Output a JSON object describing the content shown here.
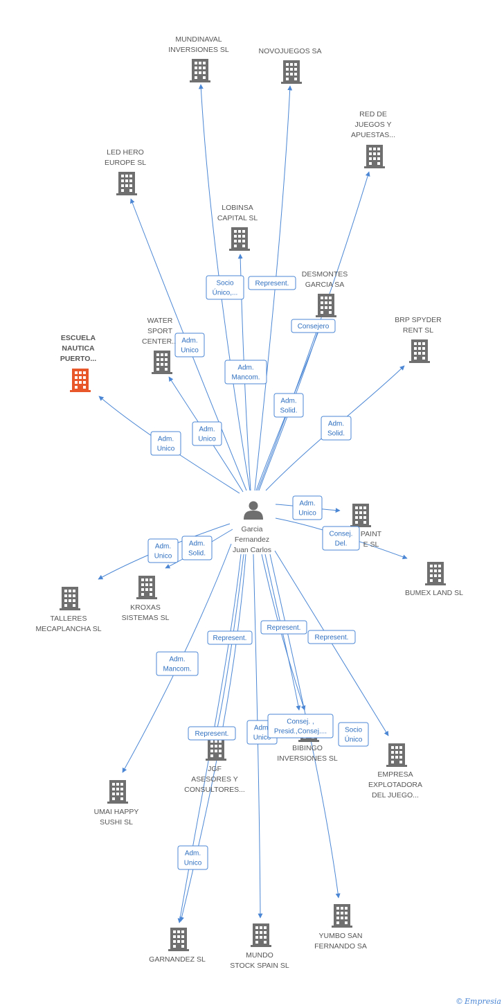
{
  "colors": {
    "edge": "#4a86d4",
    "building": "#6f6f6f",
    "focus": "#e8572a",
    "person": "#6f6f6f"
  },
  "center": {
    "lines": [
      "Garcia",
      "Fernandez",
      "Juan Carlos"
    ],
    "icon": "person-icon"
  },
  "nodes": [
    {
      "id": "mundinaval",
      "lines": [
        "MUNDINAVAL",
        "INVERSIONES SL"
      ]
    },
    {
      "id": "novojuegos",
      "lines": [
        "NOVOJUEGOS SA"
      ]
    },
    {
      "id": "reddejuegos",
      "lines": [
        "RED DE",
        "JUEGOS Y",
        "APUESTAS..."
      ]
    },
    {
      "id": "ledhero",
      "lines": [
        "LED HERO",
        "EUROPE  SL"
      ]
    },
    {
      "id": "lobinsa",
      "lines": [
        "LOBINSA",
        "CAPITAL SL"
      ]
    },
    {
      "id": "desmontes",
      "lines": [
        "DESMONTES",
        "GARCIA SA"
      ]
    },
    {
      "id": "brpspyder",
      "lines": [
        "BRP SPYDER",
        "RENT SL"
      ]
    },
    {
      "id": "watersport",
      "lines": [
        "WATER",
        "SPORT",
        "CENTER..."
      ]
    },
    {
      "id": "escuela",
      "lines": [
        "ESCUELA",
        "NAUTICA",
        "PUERTO..."
      ],
      "focus": true
    },
    {
      "id": "paint",
      "lines": [
        "PAINT",
        "E SL"
      ]
    },
    {
      "id": "bumex",
      "lines": [
        "BUMEX LAND SL"
      ]
    },
    {
      "id": "kroxas",
      "lines": [
        "KROXAS",
        "SISTEMAS SL"
      ]
    },
    {
      "id": "talleres",
      "lines": [
        "TALLERES",
        "MECAPLANCHA SL"
      ]
    },
    {
      "id": "umai",
      "lines": [
        "UMAI HAPPY",
        "SUSHI SL"
      ]
    },
    {
      "id": "jgf",
      "lines": [
        "JGF",
        "ASESORES Y",
        "CONSULTORES..."
      ]
    },
    {
      "id": "bibingo",
      "lines": [
        "BIBINGO",
        "INVERSIONES SL"
      ]
    },
    {
      "id": "empresa",
      "lines": [
        "EMPRESA",
        "EXPLOTADORA",
        "DEL JUEGO..."
      ]
    },
    {
      "id": "garnandez",
      "lines": [
        "GARNANDEZ  SL"
      ]
    },
    {
      "id": "mundostock",
      "lines": [
        "MUNDO",
        "STOCK SPAIN SL"
      ]
    },
    {
      "id": "yumbo",
      "lines": [
        "YUMBO SAN",
        "FERNANDO SA"
      ]
    }
  ],
  "tags": [
    {
      "id": "t-socio-unico-1",
      "lines": [
        "Socio",
        "Único,..."
      ]
    },
    {
      "id": "t-represent-lobinsa",
      "lines": [
        "Represent."
      ]
    },
    {
      "id": "t-consejero",
      "lines": [
        "Consejero"
      ]
    },
    {
      "id": "t-adm-unico-led",
      "lines": [
        "Adm.",
        "Unico"
      ]
    },
    {
      "id": "t-adm-mancom-1",
      "lines": [
        "Adm.",
        "Mancom."
      ]
    },
    {
      "id": "t-adm-solid-1",
      "lines": [
        "Adm.",
        "Solid."
      ]
    },
    {
      "id": "t-adm-solid-brp",
      "lines": [
        "Adm.",
        "Solid."
      ]
    },
    {
      "id": "t-adm-unico-water",
      "lines": [
        "Adm.",
        "Unico"
      ]
    },
    {
      "id": "t-adm-unico-escuela",
      "lines": [
        "Adm.",
        "Unico"
      ]
    },
    {
      "id": "t-adm-unico-paint",
      "lines": [
        "Adm.",
        "Unico"
      ]
    },
    {
      "id": "t-consej-del",
      "lines": [
        "Consej.",
        "Del."
      ]
    },
    {
      "id": "t-adm-unico-talleres",
      "lines": [
        "Adm.",
        "Unico"
      ]
    },
    {
      "id": "t-adm-solid-kroxas",
      "lines": [
        "Adm.",
        "Solid."
      ]
    },
    {
      "id": "t-represent-2",
      "lines": [
        "Represent."
      ]
    },
    {
      "id": "t-represent-3",
      "lines": [
        "Represent."
      ]
    },
    {
      "id": "t-represent-4",
      "lines": [
        "Represent."
      ]
    },
    {
      "id": "t-adm-mancom-umai",
      "lines": [
        "Adm.",
        "Mancom."
      ]
    },
    {
      "id": "t-represent-jgf",
      "lines": [
        "Represent."
      ]
    },
    {
      "id": "t-adm-unico-jgf",
      "lines": [
        "Adm.",
        "Unico"
      ]
    },
    {
      "id": "t-consej-presid",
      "lines": [
        "Consej. ,",
        "Presid.,Consej...."
      ]
    },
    {
      "id": "t-socio-unico-2",
      "lines": [
        "Socio",
        "Único"
      ]
    },
    {
      "id": "t-adm-unico-garnandez",
      "lines": [
        "Adm.",
        "Unico"
      ]
    }
  ],
  "footer": {
    "copyright": "©",
    "brand": "Empresia"
  }
}
